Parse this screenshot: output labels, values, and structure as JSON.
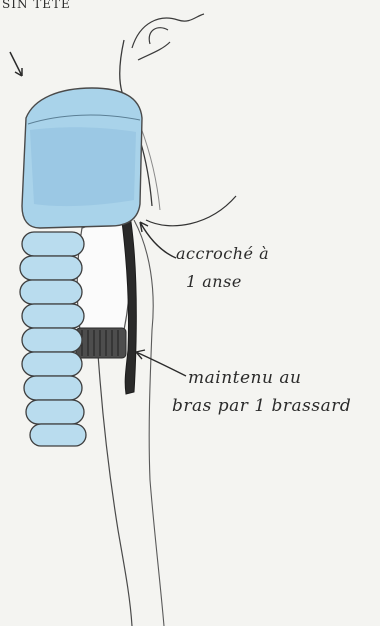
{
  "annotations": {
    "top_label": "SIN TETE",
    "hook_line_1": "accroché à",
    "hook_line_2": "1 anse",
    "arm_line_1": "maintenu au",
    "arm_line_2": "bras par 1 brassard"
  },
  "colors": {
    "paper": "#f4f4f1",
    "ink": "#2f2f2f",
    "cushion_blue": "#a9d3ea",
    "cushion_shade": "#8fc0df",
    "strap_dark": "#2a2a2a"
  }
}
